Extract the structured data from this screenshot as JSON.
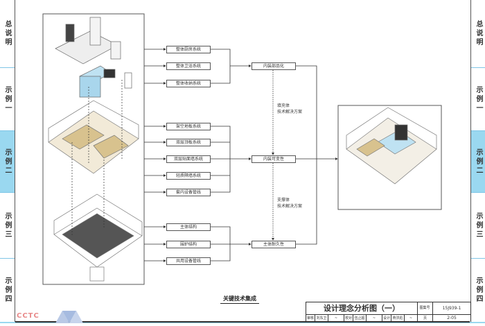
{
  "sidebar": {
    "tabs": [
      {
        "label": "总说明",
        "active": false
      },
      {
        "label": "示例一",
        "active": false
      },
      {
        "label": "示例二",
        "active": true
      },
      {
        "label": "示例三",
        "active": false
      },
      {
        "label": "示例四",
        "active": false
      }
    ],
    "active_color": "#9ad8f0"
  },
  "diagram": {
    "components": [
      "整体厨房系统",
      "整体卫浴系统",
      "整体收纳系统",
      "架空地板系统",
      "双层顶板系统",
      "双层贴面墙系统",
      "轻质隔墙系统",
      "套内设备管线",
      "主体结构",
      "围护结构",
      "共用设备管线"
    ],
    "outcomes": [
      "内装部品化",
      "内装可变性",
      "主体耐久性"
    ],
    "notes": [
      {
        "line1": "填充体",
        "line2": "技术解决方案"
      },
      {
        "line1": "支撑体",
        "line2": "技术解决方案"
      }
    ],
    "caption": "关键技术集成"
  },
  "title_block": {
    "title": "设计理念分析图（一）",
    "atlas_label": "图集号",
    "atlas_no": "15J939-1",
    "review_label": "审核",
    "reviewer": "刘东卫",
    "check_label": "校对",
    "checker": "伍止超",
    "design_label": "设计",
    "designer": "蒋洪彪",
    "page_label": "页",
    "page_no": "2-05"
  },
  "logo": {
    "text": "CCTC"
  }
}
